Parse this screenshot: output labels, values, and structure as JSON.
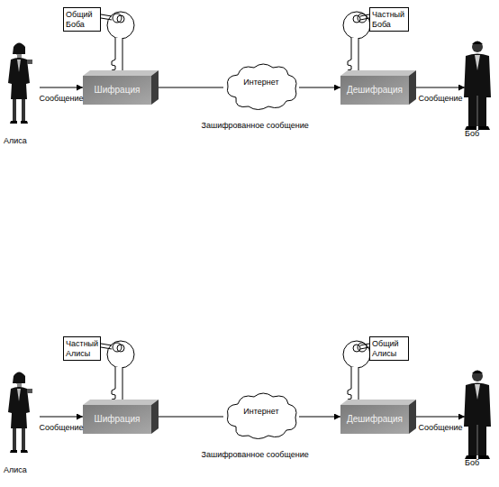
{
  "diagram": {
    "nodes": [
      {
        "text": [
          "Алиса"
        ]
      },
      {
        "text": [
          "Общий Боба"
        ]
      },
      {
        "text": [
          "Шифрация"
        ]
      },
      {
        "text": [
          "Интернет"
        ]
      },
      {
        "text": [
          "Частный Боба"
        ]
      },
      {
        "text": [
          "Дешифрация"
        ]
      },
      {
        "text": [
          "Боб"
        ]
      },
      {
        "text": [
          "Алиса"
        ]
      },
      {
        "text": [
          "Частный Алисы"
        ]
      },
      {
        "text": [
          "Шифрация"
        ]
      },
      {
        "text": [
          "Интернет"
        ]
      },
      {
        "text": [
          "Общий Алисы"
        ]
      },
      {
        "text": [
          "Дешифрация"
        ]
      },
      {
        "text": [
          "Боб"
        ]
      }
    ],
    "edges": [
      {
        "from": 0,
        "to": 2,
        "label": "Сообщение",
        "arrow": "to"
      },
      {
        "from": 2,
        "to": 3,
        "arrow": "none"
      },
      {
        "from": 3,
        "to": 5,
        "arrow": "to"
      },
      {
        "from": 5,
        "to": 6,
        "label": "Сообщение",
        "arrow": "to"
      },
      {
        "from": 7,
        "to": 9,
        "label": "Сообщение",
        "arrow": "to"
      },
      {
        "from": 9,
        "to": 10,
        "arrow": "none"
      },
      {
        "from": 10,
        "to": 12,
        "arrow": "to"
      },
      {
        "from": 12,
        "to": 13,
        "label": "Сообщение",
        "arrow": "to"
      }
    ],
    "labels": [
      "Зашифрованное сообщение",
      "Зашифрованное сообщение"
    ]
  }
}
